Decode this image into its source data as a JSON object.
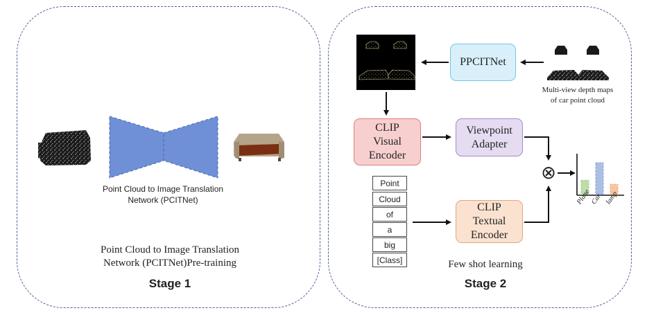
{
  "stage1": {
    "network_caption_line1": "Point Cloud to Image Translation",
    "network_caption_line2": "Network (PCITNet)",
    "pretraining_line1": "Point Cloud to Image Translation",
    "pretraining_line2": "Network (PCITNet)Pre-training",
    "stage_label": "Stage 1"
  },
  "stage2": {
    "ppcitnet_label": "PPCITNet",
    "multiview_line1": "Multi-view depth maps",
    "multiview_line2": "of car point cloud",
    "clip_visual_label": "CLIP\nVisual\nEncoder",
    "viewpoint_adapter_label": "Viewpoint\nAdapter",
    "clip_textual_label": "CLIP\nTextual\nEncoder",
    "prompt_words": [
      "Point",
      "Cloud",
      "of",
      "a",
      "big",
      "[Class]"
    ],
    "few_shot_label": "Few shot learning",
    "stage_label": "Stage 2",
    "multiply_symbol": "⊗"
  },
  "chart_data": {
    "type": "bar",
    "categories": [
      "Plane",
      "Car",
      "lamp"
    ],
    "values": [
      0.45,
      1.0,
      0.32
    ],
    "colors": [
      "#a9d08e",
      "#8faadc",
      "#f4b183"
    ]
  },
  "colors": {
    "panel_border": "#4a5f9a",
    "trapezoid_fill": "#6f8fd6",
    "ppcitnet_fill": "#d9f0fb",
    "ppcitnet_border": "#6ec6e8",
    "clip_visual_fill": "#f8cfcf",
    "clip_visual_border": "#e07b7b",
    "viewpoint_fill": "#e6dcf2",
    "viewpoint_border": "#a48ac6",
    "clip_textual_fill": "#fbe2d0",
    "clip_textual_border": "#e6a57a"
  }
}
